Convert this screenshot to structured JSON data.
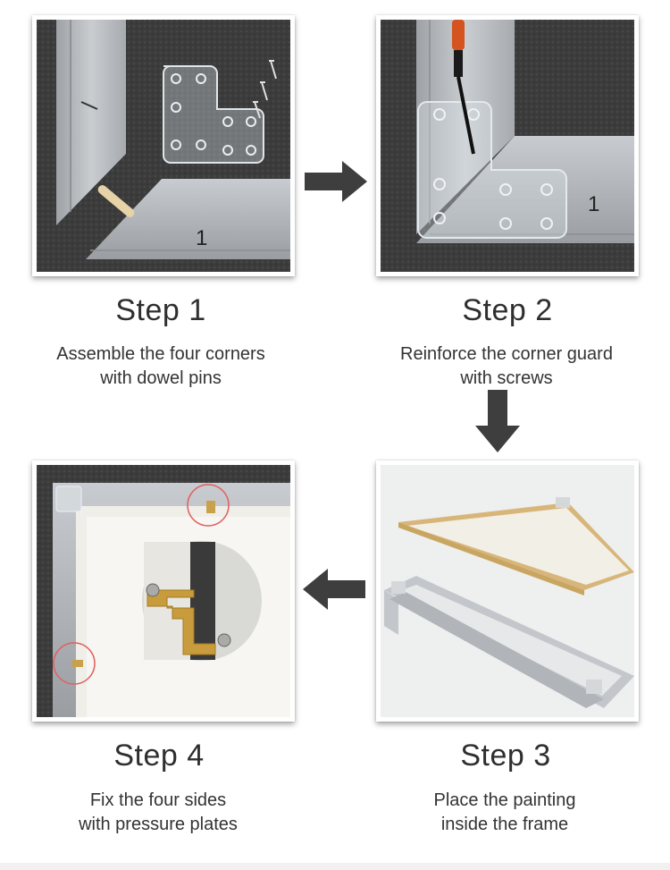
{
  "steps": [
    {
      "title": "Step 1",
      "line1": "Assemble the four corners",
      "line2": "with dowel pins"
    },
    {
      "title": "Step 2",
      "line1": "Reinforce the corner guard",
      "line2": "with screws"
    },
    {
      "title": "Step 3",
      "line1": "Place the painting",
      "line2": "inside the frame"
    },
    {
      "title": "Step 4",
      "line1": "Fix the four sides",
      "line2": "with pressure plates"
    }
  ],
  "colors": {
    "carpet": "#3d3d3d",
    "aluminum": "#b8bcc0",
    "title_text": "#2f2f2f",
    "arrow": "#3e3e3e",
    "highlight_circle": "#e06060"
  }
}
